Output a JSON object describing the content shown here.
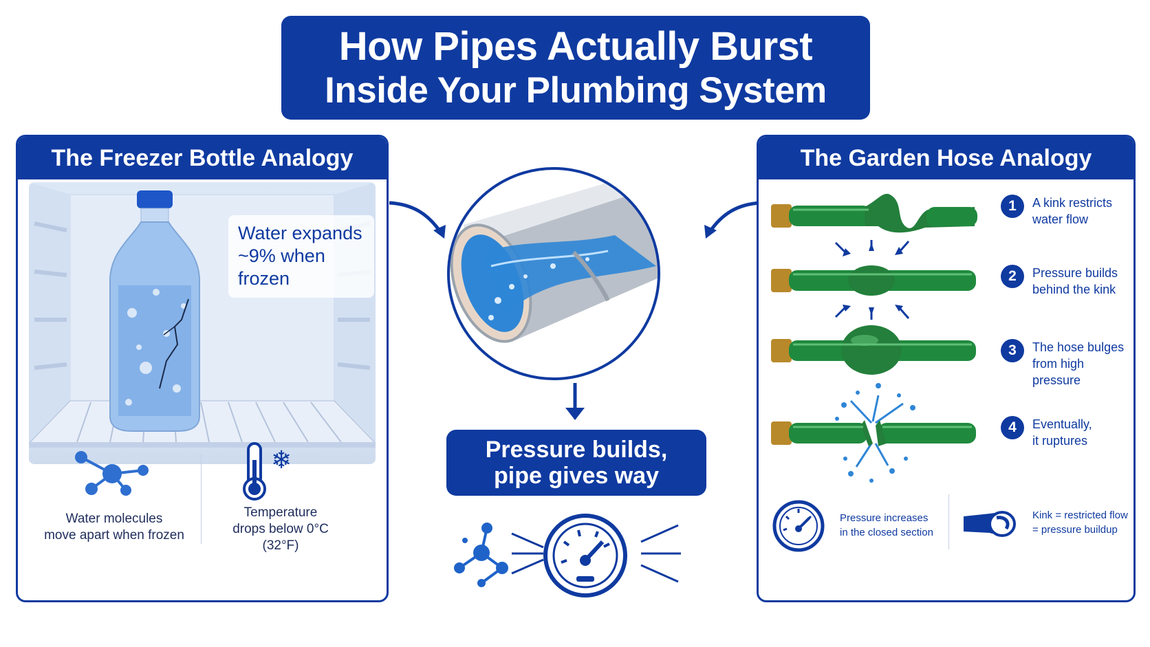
{
  "title": {
    "line1": "How Pipes Actually Burst",
    "line2": "Inside Your Plumbing System"
  },
  "freezer": {
    "heading": "The Freezer Bottle Analogy",
    "note_line1": "Water expands",
    "note_line2": "~9% when",
    "note_line3": "frozen",
    "molecules_line1": "Water molecules",
    "molecules_line2": "move apart when frozen",
    "temp_line1": "Temperature",
    "temp_line2": "drops below 0°C",
    "temp_line3": "(32°F)"
  },
  "center": {
    "banner_line1": "Pressure builds,",
    "banner_line2": "pipe gives way"
  },
  "hose": {
    "heading": "The Garden Hose Analogy",
    "steps": [
      {
        "num": "1",
        "line1": "A kink restricts",
        "line2": "water flow"
      },
      {
        "num": "2",
        "line1": "Pressure builds",
        "line2": "behind the kink"
      },
      {
        "num": "3",
        "line1": "The hose bulges",
        "line2": "from high pressure"
      },
      {
        "num": "4",
        "line1": "Eventually,",
        "line2": "it ruptures"
      }
    ],
    "footer_left_line1": "Pressure increases",
    "footer_left_line2": "in the closed section",
    "footer_right_line1": "Kink = restricted flow",
    "footer_right_line2": "= pressure buildup"
  },
  "icons": {
    "molecule": "molecule-icon",
    "thermometer": "thermometer-icon",
    "snowflake": "snowflake-icon",
    "gauge": "pressure-gauge-icon",
    "kink": "kinked-hose-icon"
  },
  "colors": {
    "primary": "#0f3aa0",
    "water": "#2f86d6",
    "hose": "#1f8a3e",
    "brass": "#b8892b"
  }
}
